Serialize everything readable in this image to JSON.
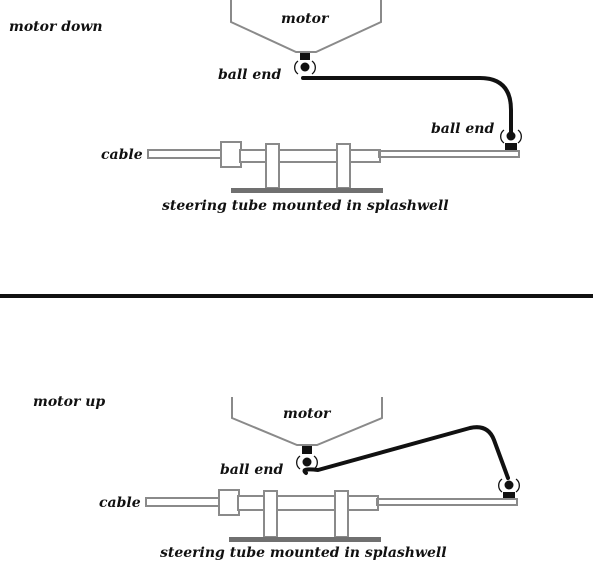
{
  "panels": {
    "down": {
      "title": "motor down",
      "motor_label": "motor",
      "ball_end_top": "ball end",
      "ball_end_right": "ball end",
      "cable_label": "cable",
      "tube_caption": "steering tube mounted in splashwell"
    },
    "up": {
      "title": "motor up",
      "motor_label": "motor",
      "ball_end_label": "ball end",
      "cable_label": "cable",
      "tube_caption": "steering tube mounted in splashwell"
    }
  },
  "colors": {
    "outline": "#8a8a8a",
    "base_plate": "#707070",
    "link_rod": "#111111",
    "text": "#111111"
  }
}
